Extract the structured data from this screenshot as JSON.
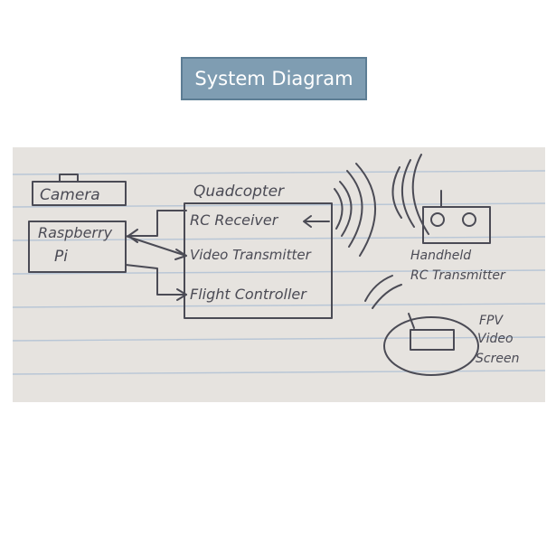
{
  "title": "System Diagram",
  "diagram": {
    "nodes": {
      "camera": "Camera",
      "raspberry_pi_line1": "Raspberry",
      "raspberry_pi_line2": "Pi",
      "quadcopter": "Quadcopter",
      "rc_receiver": "RC Receiver",
      "video_transmitter": "Video Transmitter",
      "flight_controller": "Flight Controller",
      "handheld_line1": "Handheld",
      "handheld_line2": "RC Transmitter",
      "fpv_line1": "FPV",
      "fpv_line2": "Video",
      "fpv_line3": "Screen"
    },
    "colors": {
      "paper": "#e6e3df",
      "rule": "#b8c6d6",
      "ink": "#4b4b55",
      "title_bg": "#7f9db2"
    }
  }
}
